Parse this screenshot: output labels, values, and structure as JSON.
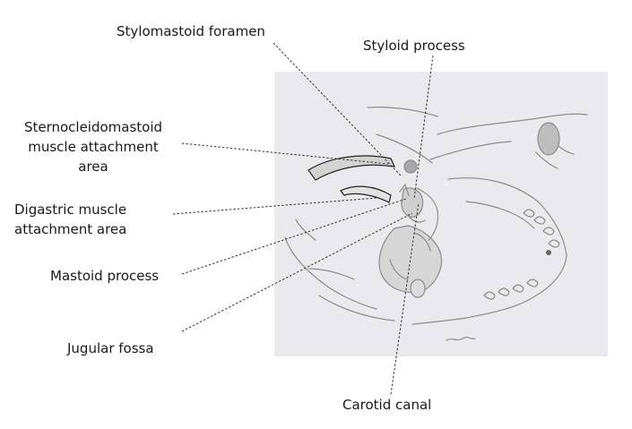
{
  "labels": {
    "stylomastoid_foramen": "Stylomastoid foramen",
    "styloid_process": "Styloid process",
    "scm_line1": "Sternocleidomastoid",
    "scm_line2": "muscle attachment",
    "scm_line3": "area",
    "digastric_line1": "Digastric muscle",
    "digastric_line2": "attachment area",
    "mastoid_process": "Mastoid process",
    "jugular_fossa": "Jugular fossa",
    "carotid_canal": "Carotid canal"
  },
  "colors": {
    "panel_background": "#eaeaee",
    "pencil_stroke": "#8c8c8c",
    "leader_line": "#333333",
    "highlight_fill": "#d3d3d3",
    "text": "#1a1a1a"
  }
}
